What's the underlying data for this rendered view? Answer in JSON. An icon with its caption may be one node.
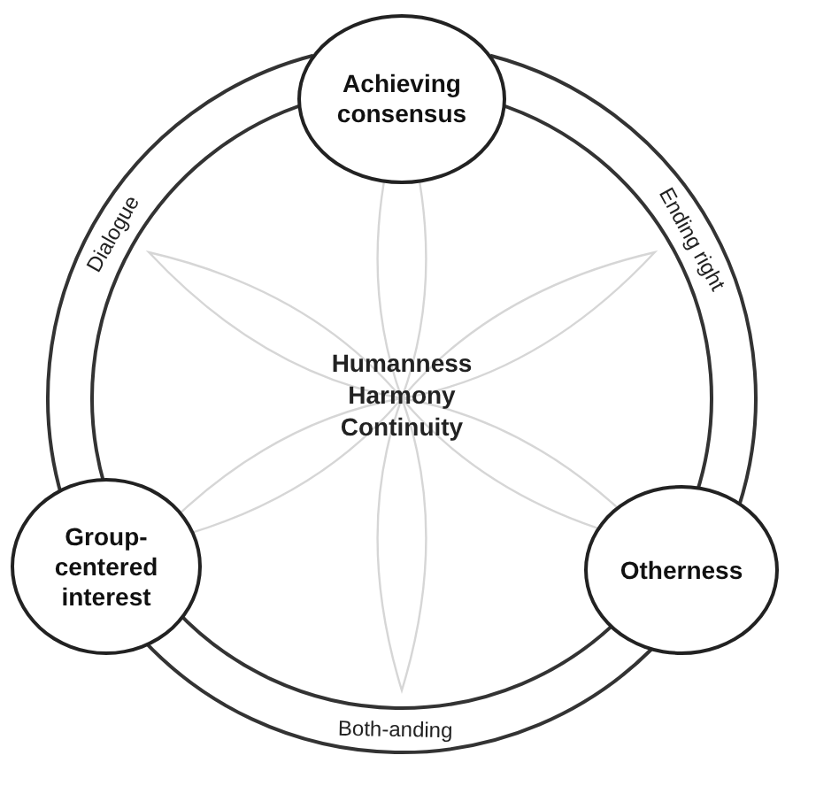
{
  "diagram": {
    "nodes": [
      {
        "text": [
          "Achieving consensus"
        ]
      },
      {
        "text": [
          "Group-centered interest"
        ]
      },
      {
        "text": [
          "Otherness"
        ]
      }
    ],
    "edges": [
      {
        "from": 0,
        "to": 1,
        "arrow": "none",
        "label": "Dialogue"
      },
      {
        "from": 0,
        "to": 2,
        "arrow": "none",
        "label": "Ending right"
      },
      {
        "from": 1,
        "to": 2,
        "arrow": "none",
        "label": "Both-anding"
      }
    ],
    "labels": [
      "Humanness",
      "Harmony",
      "Continuity"
    ]
  }
}
